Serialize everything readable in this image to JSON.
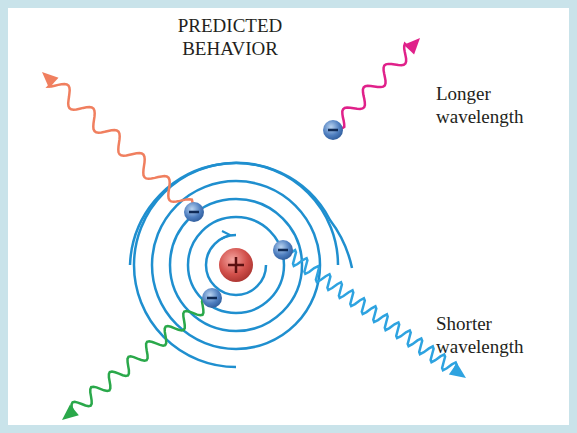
{
  "diagram": {
    "title": "PREDICTED BEHAVIOR",
    "labels": [
      "Longer wavelength",
      "Shorter wavelength"
    ]
  }
}
